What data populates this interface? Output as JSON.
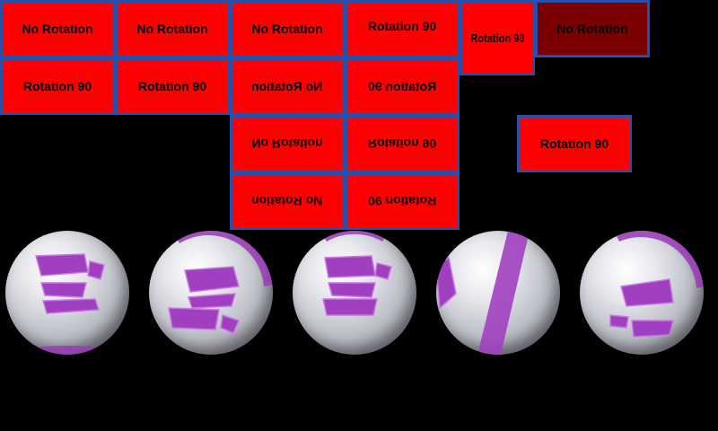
{
  "tiles": {
    "t1": "No Rotation",
    "t2": "No Rotation",
    "t3": "No Rotation",
    "t4": "Rotation 90",
    "t5": "Rotation 90",
    "t6": "No Rotation",
    "t7": "Rotation 90",
    "t8": "Rotation 90",
    "t9": "No Rotation",
    "t10": "Rotation 90",
    "t11": "No Rotation",
    "t12": "Rotation 90",
    "t13": "Rotation 90",
    "t14": "No Rotation",
    "t15": "Rotation 90"
  },
  "colors": {
    "tile_fill": "#ff0000",
    "tile_dim_fill": "#7a0000",
    "tile_border": "#2b4fa8",
    "background": "#000000",
    "ball_stripe": "#a040c0"
  }
}
